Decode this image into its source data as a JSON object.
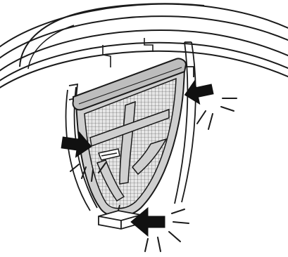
{
  "figure": {
    "kind": "appliance-maintenance-illustration",
    "subject": "lint-filter",
    "press_arrows": 3,
    "colors": {
      "line": "#1a1a1a",
      "rim_fill": "#ffffff",
      "filter_frame_fill": "#cfcfcf",
      "filter_frame_top_fill": "#bdbdbd",
      "mesh_fill": "#e6e6e6",
      "arrow_fill": "#111111",
      "background": "#ffffff"
    },
    "icons": {
      "arrow_right": "press-arrow-icon",
      "arrow_left": "press-arrow-icon",
      "arrow_bottom": "press-arrow-icon"
    }
  }
}
